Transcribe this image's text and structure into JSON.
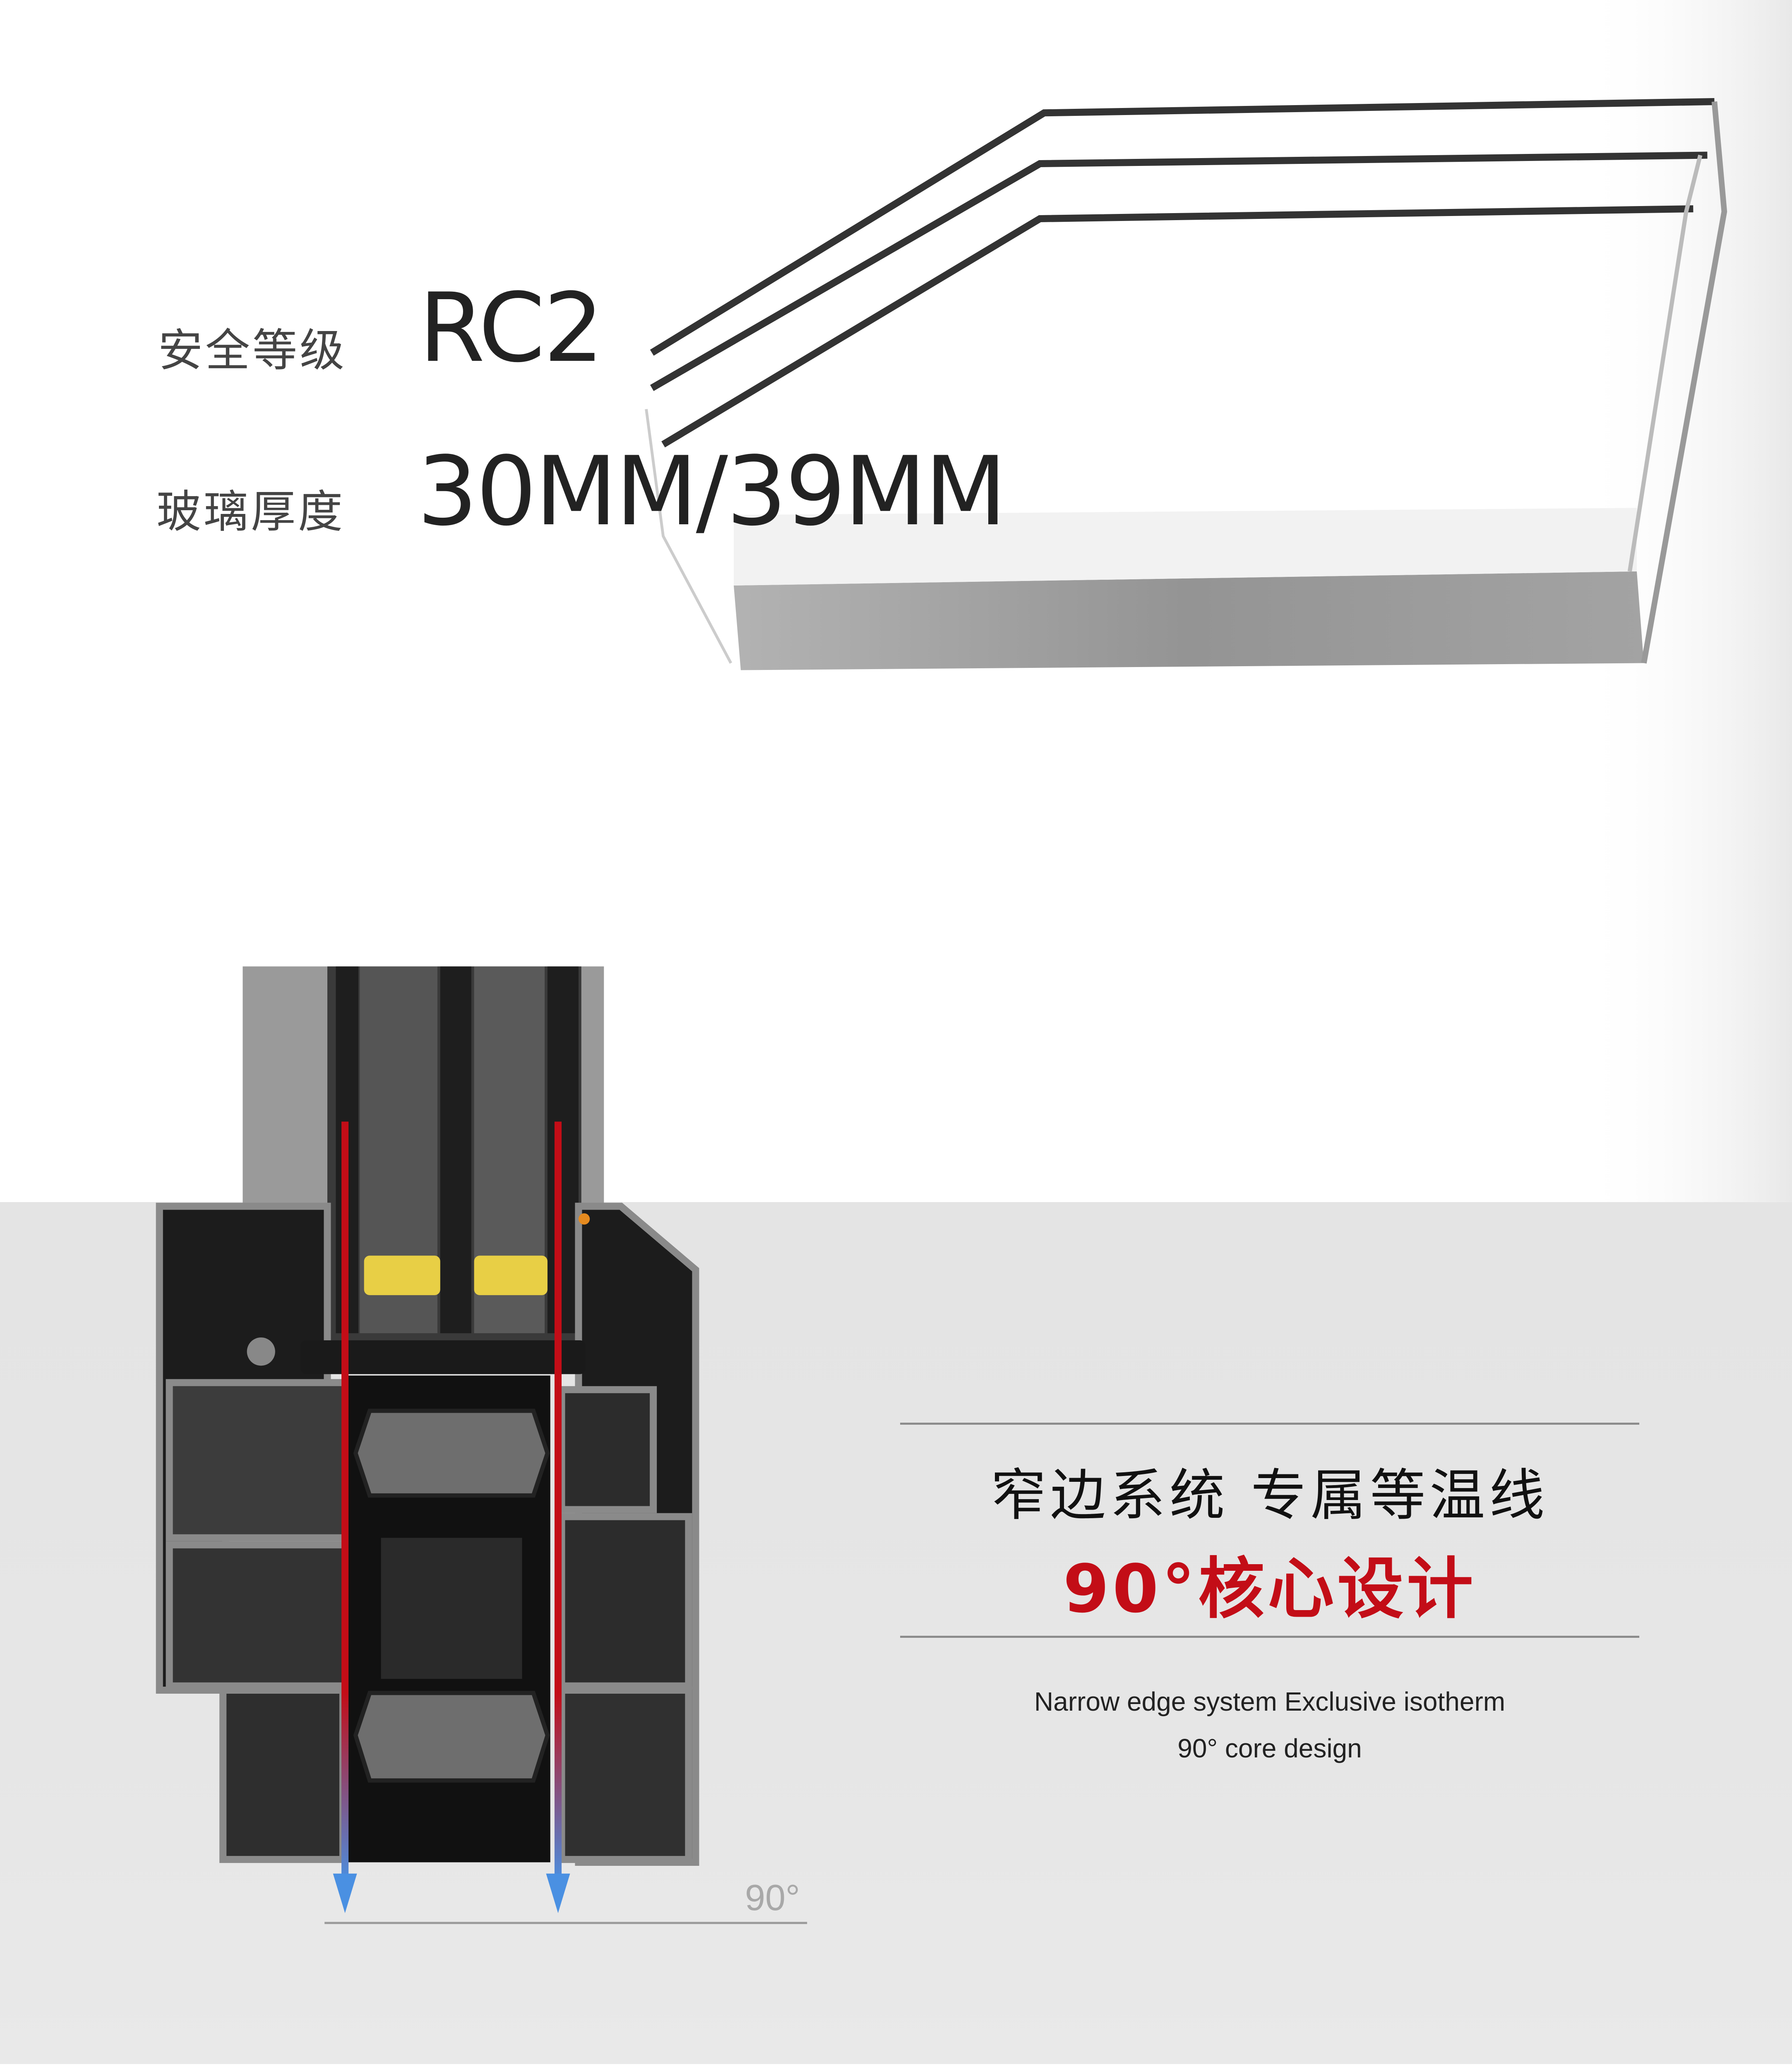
{
  "specs": [
    {
      "label": "安全等级",
      "value": "RC2"
    },
    {
      "label": "玻璃厚度",
      "value": "30MM/39MM"
    }
  ],
  "feature": {
    "title": "窄边系统 专属等温线",
    "highlight": "90°核心设计",
    "english_line1": "Narrow edge system Exclusive isotherm",
    "english_line2": "90° core design"
  },
  "diagram": {
    "angle_label": "90°",
    "icons": [
      "triple-glass-pane",
      "window-profile-cross-section",
      "isotherm-arrow"
    ]
  },
  "colors": {
    "accent_red": "#c30d17",
    "band_gray": "#e5e5e5",
    "gasket_yellow": "#e8cf45",
    "arrow_blue": "#4a90e2"
  }
}
